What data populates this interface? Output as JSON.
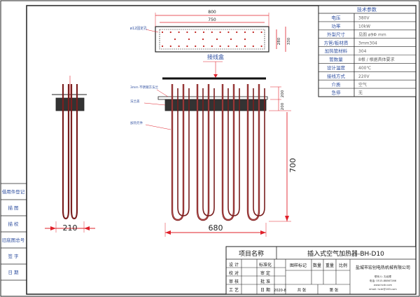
{
  "colors": {
    "line": "#222222",
    "dim": "#e0202a",
    "text_blue": "#3050a0",
    "heater": "#7a1f1f",
    "block": "#333333"
  },
  "spec_table": {
    "title": "技术参数",
    "rows": [
      {
        "label": "电压",
        "value": "380V"
      },
      {
        "label": "功率",
        "value": "10kW"
      },
      {
        "label": "外型尺寸",
        "value": "见图 ø9Φ mm"
      },
      {
        "label": "方管/板材质",
        "value": "3mm304"
      },
      {
        "label": "加热管材料",
        "value": "304"
      },
      {
        "label": "管数量",
        "value": "8根 / 根据具体要求"
      },
      {
        "label": "设计温度",
        "value": "400℃"
      },
      {
        "label": "接线方式",
        "value": "220V"
      },
      {
        "label": "介质",
        "value": "空气"
      },
      {
        "label": "急停",
        "value": "无"
      }
    ]
  },
  "top_view": {
    "dim_outer": "800",
    "dim_inner": "750",
    "dim_side_a": "280",
    "dim_side_b": "330",
    "label_holes": "ø12固定孔"
  },
  "front_view": {
    "label_box": "接线盒",
    "label_plate": "3mm 不锈钢方法兰",
    "label_flange": "法兰盖",
    "label_tube": "加热元件",
    "dim_width": "680",
    "dim_height": "700",
    "dim_h1": "200",
    "dim_h2": "200"
  },
  "side_view": {
    "dim_width": "210"
  },
  "left_column": [
    "借用件登记",
    "描 图",
    "描 校",
    "旧底图总号",
    "签 字",
    "日 期"
  ],
  "title_block": {
    "project_name_label": "项目名称",
    "project_name": "插入式空气加热器-BH-D10",
    "roles": [
      "设 计",
      "校 对",
      "审 核",
      "工 艺"
    ],
    "role_cols": [
      "标准化",
      "审 定",
      "批 准",
      "日 期"
    ],
    "date": "2020-8",
    "col_headers": [
      "图样标记",
      "数量",
      "重量",
      "比例"
    ],
    "bottom_labels": [
      "共 张",
      "第 张"
    ],
    "company": "盐城市宏创电热机械有限公司",
    "contact_lines": [
      "联系人: 孔经理",
      "电话: 0515-88867266",
      "www.hcdr.com",
      "email: hcdr@163.com"
    ]
  }
}
